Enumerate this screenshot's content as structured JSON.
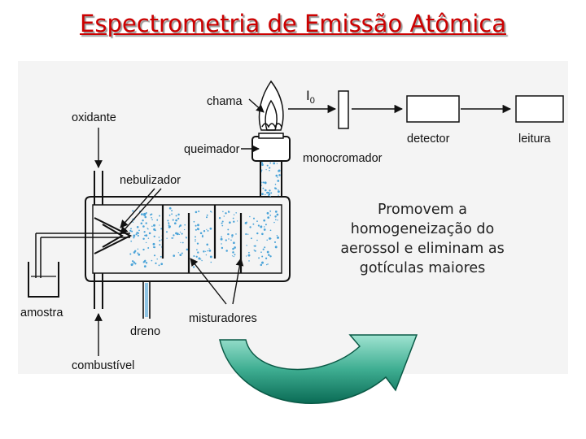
{
  "title": "Espectrometria de Emissão Atômica",
  "labels": {
    "chama": "chama",
    "i0_main": "I",
    "i0_sub": "0",
    "oxidante": "oxidante",
    "queimador": "queimador",
    "detector": "detector",
    "leitura": "leitura",
    "monocromador": "monocromador",
    "nebulizador": "nebulizador",
    "amostra": "amostra",
    "dreno": "dreno",
    "misturadores": "misturadores",
    "combustivel": "combustível"
  },
  "caption": {
    "lines": [
      "Promovem a",
      "homogeneização do",
      "aerossol e eliminam as",
      "gotículas maiores"
    ]
  },
  "colors": {
    "title": "#cc0000",
    "arrow_light": "#7fd3bf",
    "arrow_dark": "#0a6b55",
    "spray": "#4aa3d8"
  }
}
